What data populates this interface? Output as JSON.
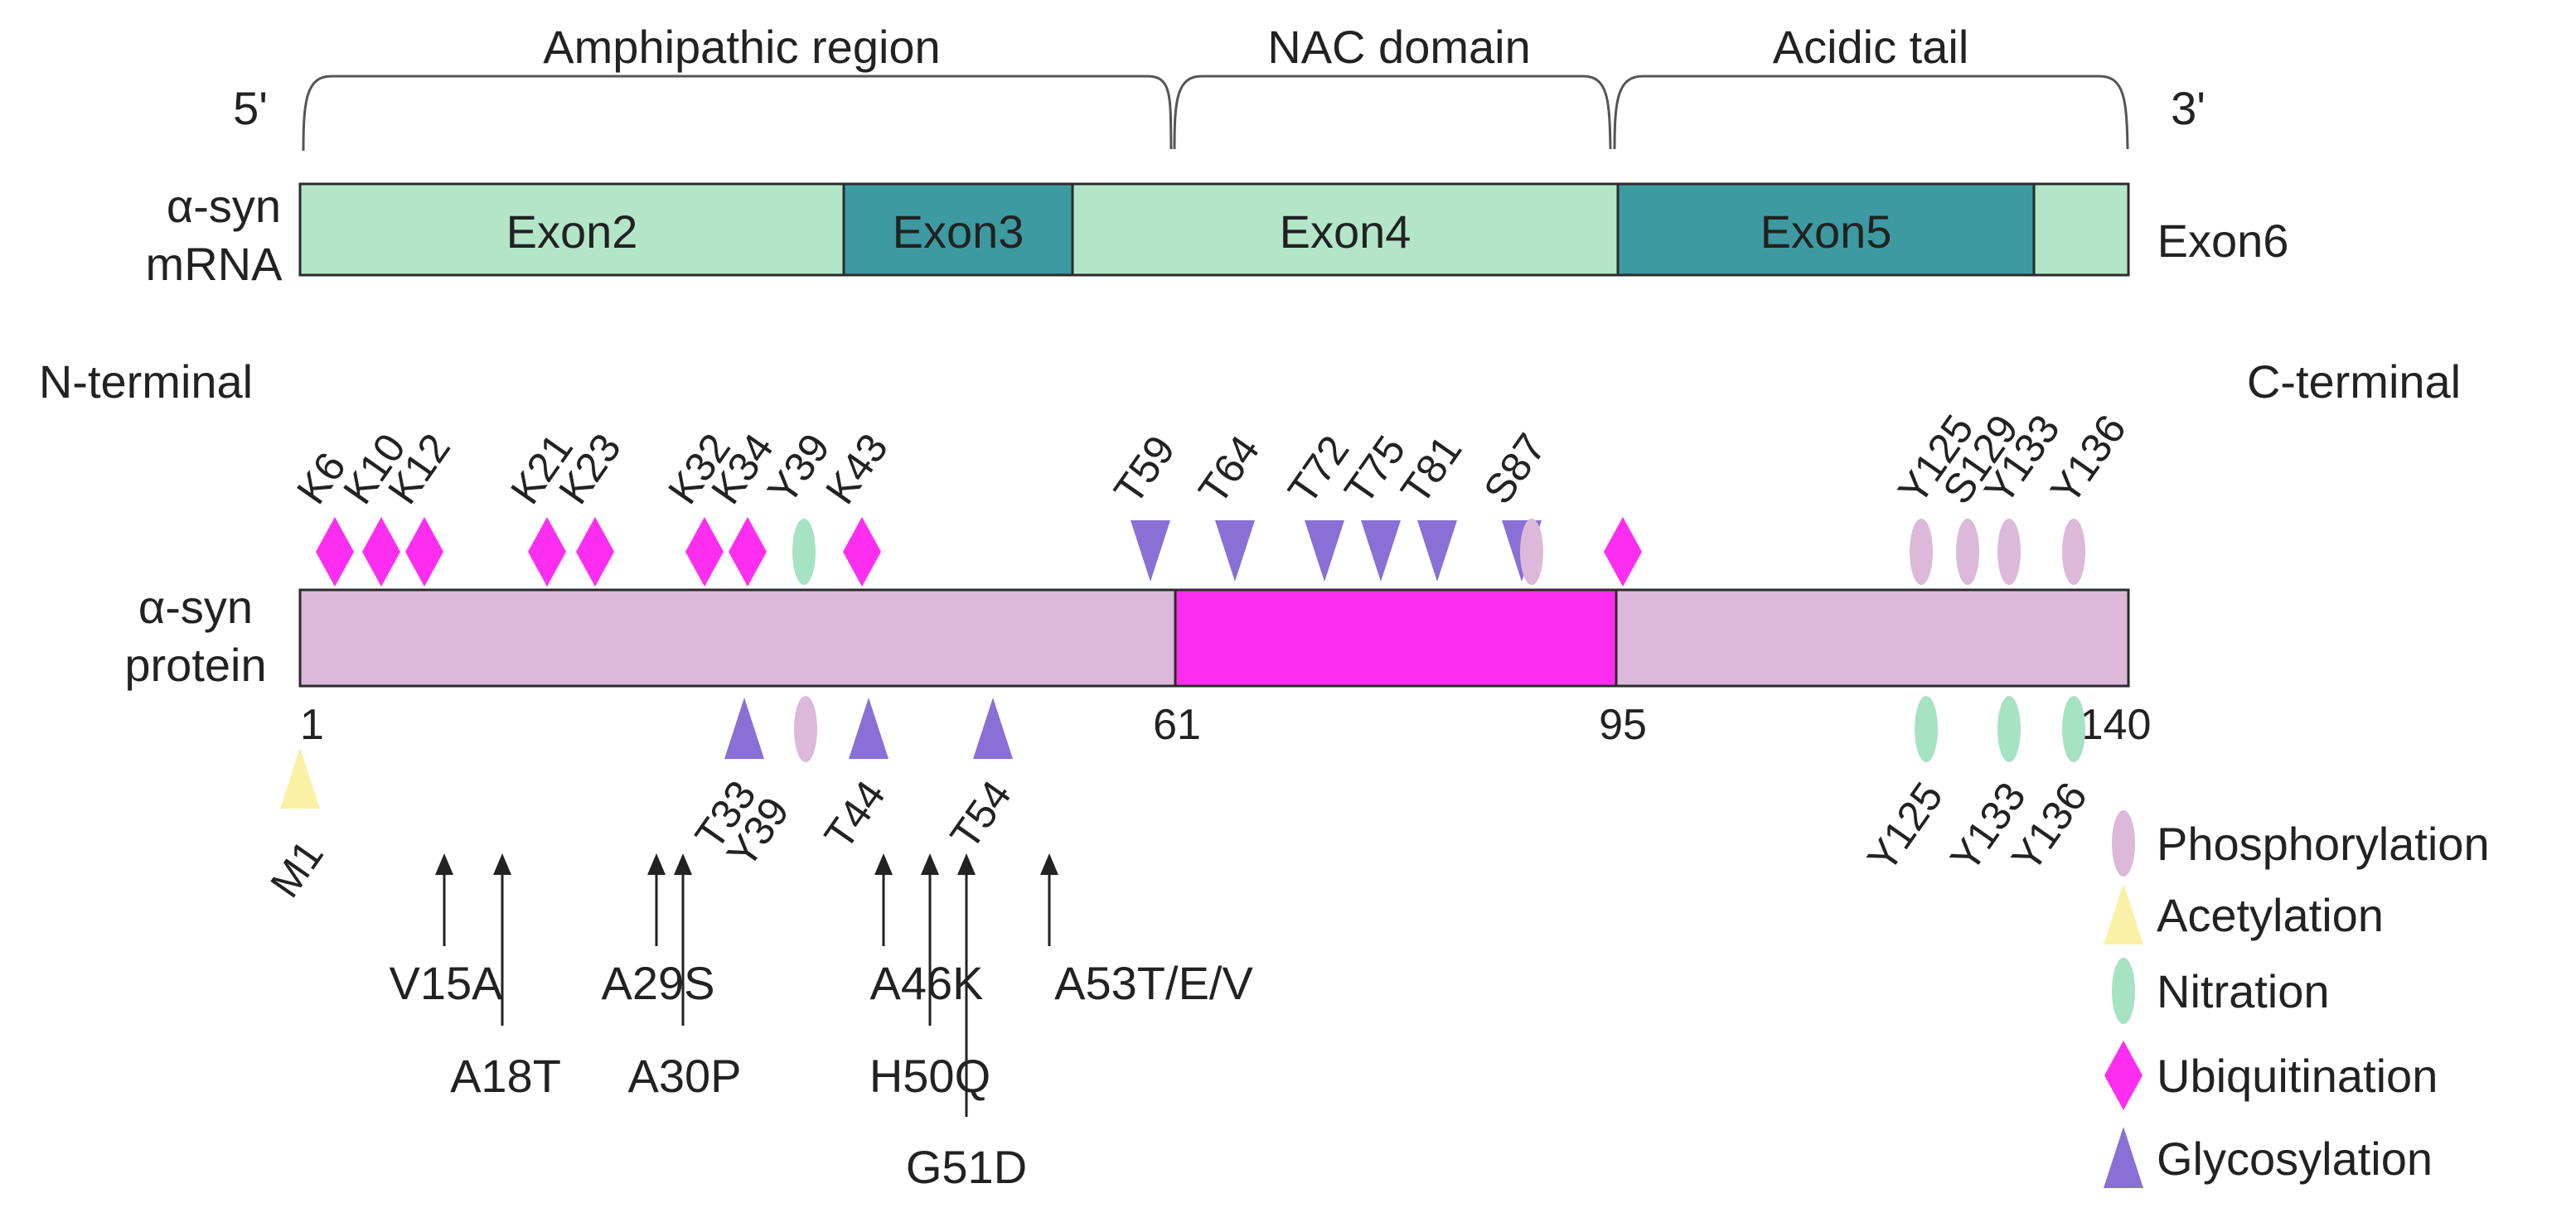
{
  "regions": [
    {
      "label": "Amphipathic region"
    },
    {
      "label": "NAC domain"
    },
    {
      "label": "Acidic tail"
    }
  ],
  "strand_labels": {
    "five_prime": "5'",
    "three_prime": "3'"
  },
  "mrna": {
    "label_line1": "α-syn",
    "label_line2": "mRNA",
    "exons": [
      {
        "label": "Exon2",
        "shade": "light"
      },
      {
        "label": "Exon3",
        "shade": "dark"
      },
      {
        "label": "Exon4",
        "shade": "light"
      },
      {
        "label": "Exon5",
        "shade": "dark"
      },
      {
        "label": "",
        "shade": "light"
      }
    ],
    "outside_label": "Exon6"
  },
  "terminals": {
    "n": "N-terminal",
    "c": "C-terminal"
  },
  "protein": {
    "label_line1": "α-syn",
    "label_line2": "protein",
    "length": 140,
    "domain_start": 61,
    "domain_end": 95,
    "ticks": [
      "1",
      "61",
      "95",
      "140"
    ]
  },
  "colors": {
    "exon_light": "#b3e6c9",
    "exon_dark": "#3d9aa1",
    "protein_body": "#dcb8da",
    "nac_domain": "#ff2df0",
    "phosphorylation": "#dcb8da",
    "acetylation": "#fbf1a6",
    "nitration": "#a6e3c2",
    "ubiquitination": "#ff2df0",
    "glycosylation": "#8a6fd6",
    "outline": "#2b2b2b",
    "arrow": "#222222"
  },
  "modifications_top": [
    {
      "label": "K6",
      "type": "ubiquitination"
    },
    {
      "label": "K10",
      "type": "ubiquitination"
    },
    {
      "label": "K12",
      "type": "ubiquitination"
    },
    {
      "label": "K21",
      "type": "ubiquitination"
    },
    {
      "label": "K23",
      "type": "ubiquitination"
    },
    {
      "label": "K32",
      "type": "ubiquitination"
    },
    {
      "label": "K34",
      "type": "ubiquitination"
    },
    {
      "label": "Y39",
      "type": "nitration"
    },
    {
      "label": "K43",
      "type": "ubiquitination"
    },
    {
      "label": "T59",
      "type": "glycosylation"
    },
    {
      "label": "T64",
      "type": "glycosylation"
    },
    {
      "label": "T72",
      "type": "glycosylation"
    },
    {
      "label": "T75",
      "type": "glycosylation"
    },
    {
      "label": "T81",
      "type": "glycosylation"
    },
    {
      "label": "S87",
      "type": "glycosylation"
    },
    {
      "label": "",
      "type": "phosphorylation"
    },
    {
      "label": "",
      "type": "ubiquitination"
    },
    {
      "label": "Y125",
      "type": "phosphorylation"
    },
    {
      "label": "S129",
      "type": "phosphorylation"
    },
    {
      "label": "Y133",
      "type": "phosphorylation"
    },
    {
      "label": "Y136",
      "type": "phosphorylation"
    }
  ],
  "modifications_bottom": [
    {
      "label": "M1",
      "type": "acetylation"
    },
    {
      "label": "T33",
      "type": "glycosylation"
    },
    {
      "label": "Y39",
      "type": "phosphorylation"
    },
    {
      "label": "T44",
      "type": "glycosylation"
    },
    {
      "label": "T54",
      "type": "glycosylation"
    },
    {
      "label": "Y125",
      "type": "nitration"
    },
    {
      "label": "Y133",
      "type": "nitration"
    },
    {
      "label": "Y136",
      "type": "nitration"
    }
  ],
  "mutations": [
    {
      "label": "V15A"
    },
    {
      "label": "A18T"
    },
    {
      "label": "A29S"
    },
    {
      "label": "A30P"
    },
    {
      "label": "A46K"
    },
    {
      "label": "H50Q"
    },
    {
      "label": "G51D"
    },
    {
      "label": "A53T/E/V"
    }
  ],
  "legend": [
    {
      "label": "Phosphorylation",
      "type": "phosphorylation"
    },
    {
      "label": "Acetylation",
      "type": "acetylation"
    },
    {
      "label": "Nitration",
      "type": "nitration"
    },
    {
      "label": "Ubiquitination",
      "type": "ubiquitination"
    },
    {
      "label": "Glycosylation",
      "type": "glycosylation"
    }
  ]
}
